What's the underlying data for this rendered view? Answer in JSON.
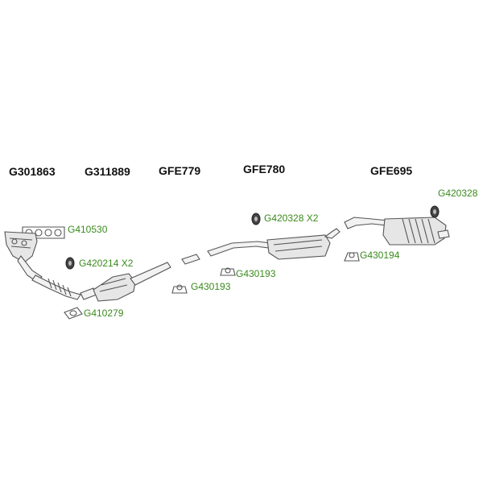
{
  "headers": {
    "manifold": "G301863",
    "front_pipe": "G311889",
    "catalyst": "GFE779",
    "center_box": "GFE780",
    "rear_box": "GFE695"
  },
  "codes": {
    "gasket_manifold": "G410530",
    "clamp_front": "G420214 X2",
    "gasket_ring": "G410279",
    "hanger_cat": "G430193",
    "hanger_mid": "G430193",
    "clamp_center": "G420328 X2",
    "hanger_rear": "G430194",
    "clamp_rear": "G420328"
  },
  "colors": {
    "code_text": "#3a8a1c",
    "header_text": "#111111"
  }
}
